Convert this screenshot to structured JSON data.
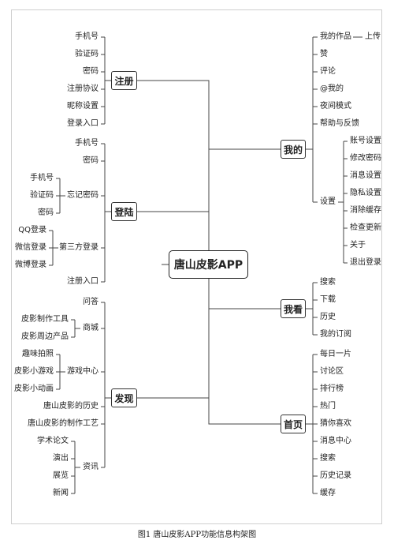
{
  "center": "唐山皮影APP",
  "caption": "图1 唐山皮影APP功能信息构架图",
  "branches": {
    "register": {
      "label": "注册",
      "items": [
        "手机号",
        "验证码",
        "密码",
        "注册协议",
        "昵称设置",
        "登录入口"
      ]
    },
    "login": {
      "label": "登陆",
      "items": [
        "手机号",
        "密码",
        "忘记密码",
        "第三方登录",
        "注册入口"
      ],
      "forgot": [
        "手机号",
        "验证码",
        "密码"
      ],
      "third": [
        "QQ登录",
        "微信登录",
        "微博登录"
      ]
    },
    "discover": {
      "label": "发现",
      "items": [
        "问答",
        "商城",
        "游戏中心",
        "唐山皮影的历史",
        "唐山皮影的制作工艺",
        "资讯"
      ],
      "mall": [
        "皮影制作工具",
        "皮影周边产品"
      ],
      "games": [
        "趣味拍照",
        "皮影小游戏",
        "皮影小动画"
      ],
      "news": [
        "学术论文",
        "演出",
        "展览",
        "新闻"
      ]
    },
    "mine": {
      "label": "我的",
      "items": [
        "我的作品",
        "赞",
        "评论",
        "@我的",
        "夜间模式",
        "帮助与反馈",
        "设置"
      ],
      "works_sub": "上传",
      "settings": [
        "账号设置",
        "修改密码",
        "消息设置",
        "隐私设置",
        "消除缓存",
        "检查更新",
        "关于",
        "退出登录"
      ]
    },
    "watch": {
      "label": "我看",
      "items": [
        "搜索",
        "下载",
        "历史",
        "我的订阅"
      ]
    },
    "home": {
      "label": "首页",
      "items": [
        "每日一片",
        "讨论区",
        "排行榜",
        "热门",
        "猜你喜欢",
        "消息中心",
        "搜索",
        "历史记录",
        "缓存"
      ]
    }
  }
}
